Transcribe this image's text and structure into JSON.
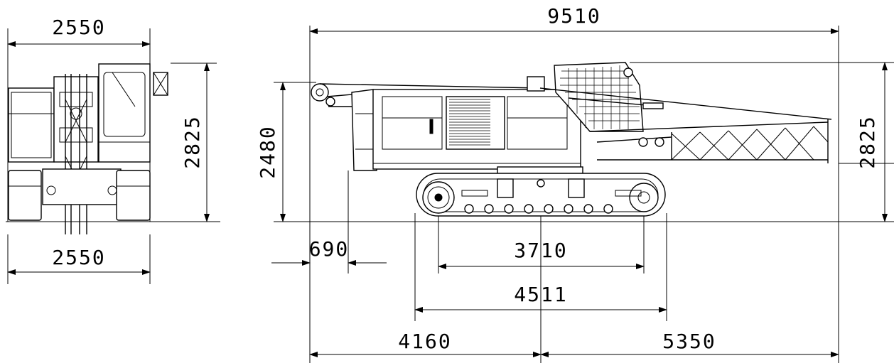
{
  "drawing": {
    "top_width": "2550",
    "bottom_width": "2550",
    "front_height": "2825",
    "overall_length": "9510",
    "cab_height": "2480",
    "right_height": "2825",
    "rear_offset": "690",
    "tumbler_distance": "3710",
    "track_length": "4511",
    "rear_to_center": "4160",
    "center_to_front": "5350"
  }
}
